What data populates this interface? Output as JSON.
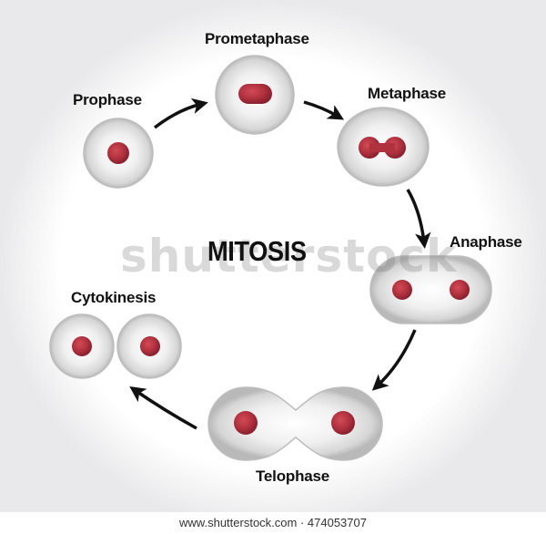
{
  "diagram": {
    "title": "MITOSIS",
    "stages": {
      "prophase": "Prophase",
      "prometaphase": "Prometaphase",
      "metaphase": "Metaphase",
      "anaphase": "Anaphase",
      "telophase": "Telophase",
      "cytokinesis": "Cytokinesis"
    }
  },
  "watermark": "shutterstock",
  "footer": "www.shutterstock.com · 474053707",
  "colors": {
    "cell_fill": "#e4e4e4",
    "cell_edge": "#b9b9b9",
    "nucleus": "#b1323f",
    "arrow": "#111111"
  }
}
